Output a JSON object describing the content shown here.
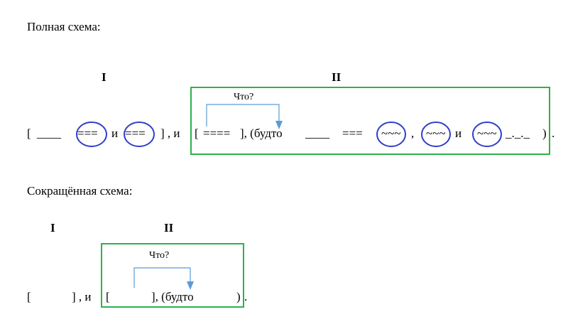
{
  "colors": {
    "box": "#2ab34a",
    "circle": "#2f3fc8",
    "arrow": "#5b9bd5",
    "text": "#000000"
  },
  "full": {
    "heading": "Полная схема:",
    "part1": "I",
    "part2": "II",
    "question": "Что?",
    "open1": "[",
    "blank1": "____",
    "pred1": "===",
    "and1": "и",
    "pred2": "===",
    "close1": "] , и",
    "open2": "[",
    "pred3": "====",
    "close2": "], (будто",
    "blank2": "____",
    "pred4": "===",
    "wave1": "~~~",
    "comma": ",",
    "wave2": "~~~",
    "and2": "и",
    "wave3": "~~~",
    "dashdot": "_._._",
    "end": ")",
    "period": "."
  },
  "short": {
    "heading": "Сокращённая схема:",
    "part1": "I",
    "part2": "II",
    "question": "Что?",
    "open1": "[",
    "close1": "] , и",
    "open2": "[",
    "close2": "], (будто",
    "end": ")",
    "period": "."
  }
}
